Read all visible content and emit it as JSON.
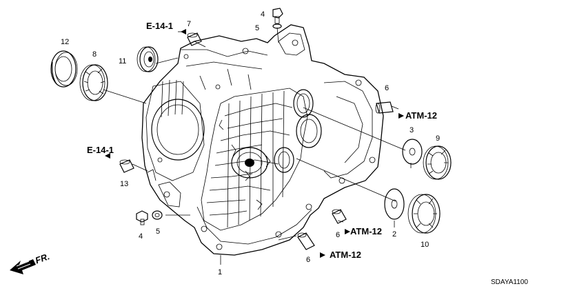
{
  "diagram_code": "SDAYA1100",
  "direction_label": "FR.",
  "references": {
    "e14_top": "E-14-1",
    "e14_left": "E-14-1",
    "atm_right": "ATM-12",
    "atm_mid": "ATM-12",
    "atm_bottom": "ATM-12"
  },
  "parts": {
    "p1": "1",
    "p2": "2",
    "p3": "3",
    "p4_top": "4",
    "p4_bottom": "4",
    "p5_top": "5",
    "p5_bottom": "5",
    "p6_right": "6",
    "p6_mid": "6",
    "p6_bottom": "6",
    "p7": "7",
    "p8": "8",
    "p9": "9",
    "p10": "10",
    "p11": "11",
    "p12": "12",
    "p13": "13"
  }
}
